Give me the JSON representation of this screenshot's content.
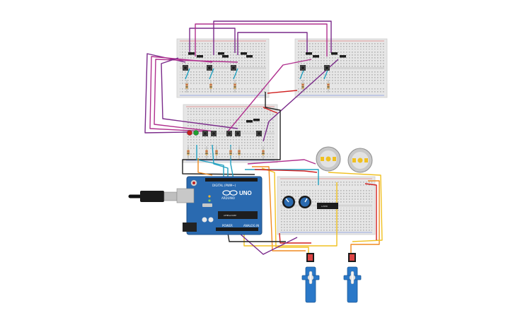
{
  "arduino": {
    "logo": "UNO",
    "brand": "ARDUINO",
    "header_digital": "DIGITAL (PWM~)",
    "header_power": "POWER",
    "header_analog": "ANALOG IN",
    "chip_label": "ATMEGA328P"
  },
  "driver_chip": {
    "label": "L293D"
  },
  "colors": {
    "breadboard": "#e6e6e6",
    "board_blue": "#2a6ab0",
    "wire_purple": "#7a2a8a",
    "wire_magenta": "#b0308e",
    "wire_cyan": "#20a0c0",
    "wire_red": "#d02020",
    "wire_orange": "#f08a20",
    "wire_yellow": "#f0c020",
    "wire_black": "#222222",
    "servo_blue": "#2a78c8"
  }
}
